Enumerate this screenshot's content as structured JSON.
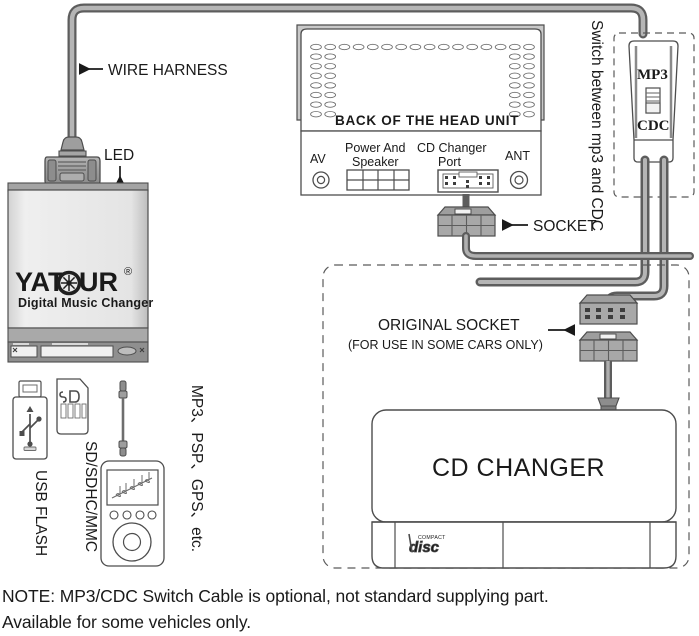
{
  "diagram": {
    "title": "Yatour Digital Music Changer installation diagram",
    "labels": {
      "wire_harness": "WIRE HARNESS",
      "led": "LED",
      "head_unit": "BACK OF THE HEAD UNIT",
      "av": "AV",
      "power_and_speaker_line1": "Power And",
      "power_and_speaker_line2": "Speaker",
      "cd_changer_port_line1": "CD Changer",
      "cd_changer_port_line2": "Port",
      "ant": "ANT",
      "switch_note": "Switch between mp3 and CDC",
      "mp3": "MP3",
      "cdc": "CDC",
      "socket": "SOCKET",
      "original_socket": "ORIGINAL SOCKET",
      "original_socket_sub": "(FOR USE IN SOME CARS ONLY)",
      "cd_changer": "CD CHANGER",
      "compact_disc_mark_line1": "COMPACT",
      "compact_disc_mark_line2": "disc",
      "usb_flash": "USB FLASH",
      "sd_card": "SD/SDHC/MMC",
      "sd_logo": "SD",
      "media_devices": "MP3、PSP、GPS、etc."
    },
    "device": {
      "brand": "YATOUR",
      "brand_registered": "®",
      "tagline": "Digital Music Changer"
    },
    "note": {
      "line1": "NOTE: MP3/CDC Switch Cable is optional, not standard supplying part.",
      "line2": "Available for some vehicles only."
    },
    "colors": {
      "stroke": "#4d4d4d",
      "wire": "#8a8a8a",
      "wire_dark": "#6b6b6b",
      "connector_fill": "#9a9a9a",
      "device_fill": "#e8e8e8",
      "device_band": "#a8a8a8",
      "text": "#1a1a1a",
      "white": "#ffffff",
      "dashed": "#5a5a5a"
    }
  }
}
